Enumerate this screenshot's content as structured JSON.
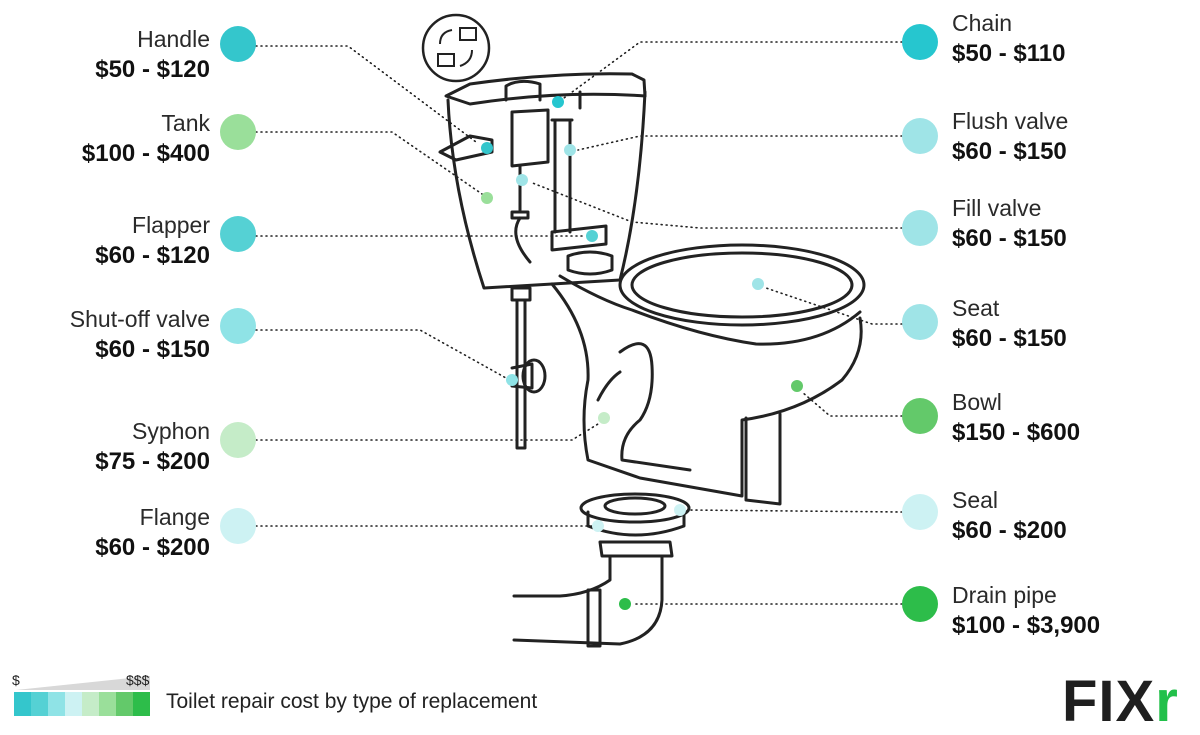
{
  "components": [
    {
      "name": "Handle",
      "price": "$50 - $120",
      "color": "#34c6cc"
    },
    {
      "name": "Tank",
      "price": "$100 - $400",
      "color": "#9adf9a"
    },
    {
      "name": "Flapper",
      "price": "$60 - $120",
      "color": "#55d1d4"
    },
    {
      "name": "Shut-off valve",
      "price": "$60 - $150",
      "color": "#8fe3e6"
    },
    {
      "name": "Syphon",
      "price": "$75 - $200",
      "color": "#c5ecc8"
    },
    {
      "name": "Flange",
      "price": "$60 - $200",
      "color": "#cdf2f3"
    },
    {
      "name": "Chain",
      "price": "$50 - $110",
      "color": "#26c6cf"
    },
    {
      "name": "Flush valve",
      "price": "$60 - $150",
      "color": "#9fe4e7"
    },
    {
      "name": "Fill valve",
      "price": "$60 - $150",
      "color": "#9fe4e7"
    },
    {
      "name": "Seat",
      "price": "$60 - $150",
      "color": "#9fe4e7"
    },
    {
      "name": "Bowl",
      "price": "$150 - $600",
      "color": "#63c96a"
    },
    {
      "name": "Seal",
      "price": "$60 - $200",
      "color": "#cdf2f3"
    },
    {
      "name": "Drain pipe",
      "price": "$100 - $3,900",
      "color": "#2dbd4a"
    }
  ],
  "legend": {
    "low": "$",
    "high": "$$$",
    "colors": [
      "#34c6cc",
      "#55d1d4",
      "#8fe3e6",
      "#cdf2f3",
      "#c5ecc8",
      "#9adf9a",
      "#63c96a",
      "#2dbd4a"
    ]
  },
  "caption": "Toilet repair cost by type of replacement",
  "logo": {
    "main": "FIX",
    "accent": "r"
  }
}
